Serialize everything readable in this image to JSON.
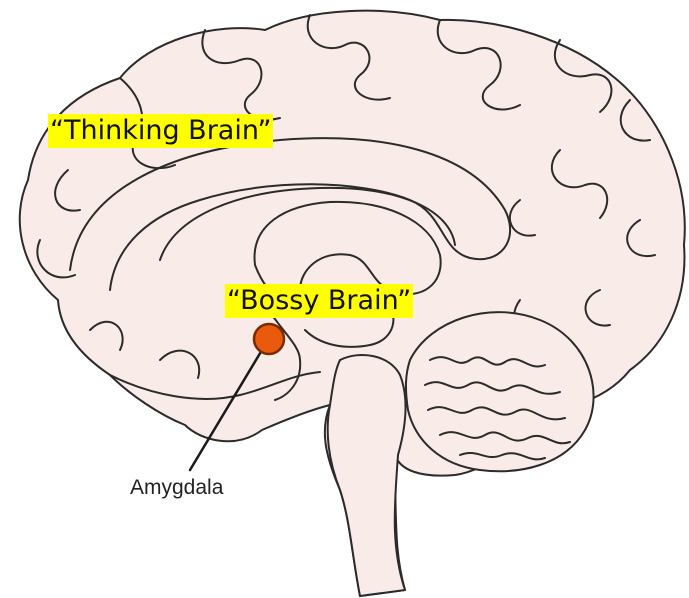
{
  "labels": {
    "thinking_brain": "“Thinking Brain”",
    "bossy_brain": "“Bossy Brain”",
    "amygdala": "Amygdala"
  },
  "colors": {
    "brain_fill": "#f9ebe7",
    "outline": "#2b2b2b",
    "amygdala": "#ea5a0c",
    "highlight": "#ffff00"
  }
}
